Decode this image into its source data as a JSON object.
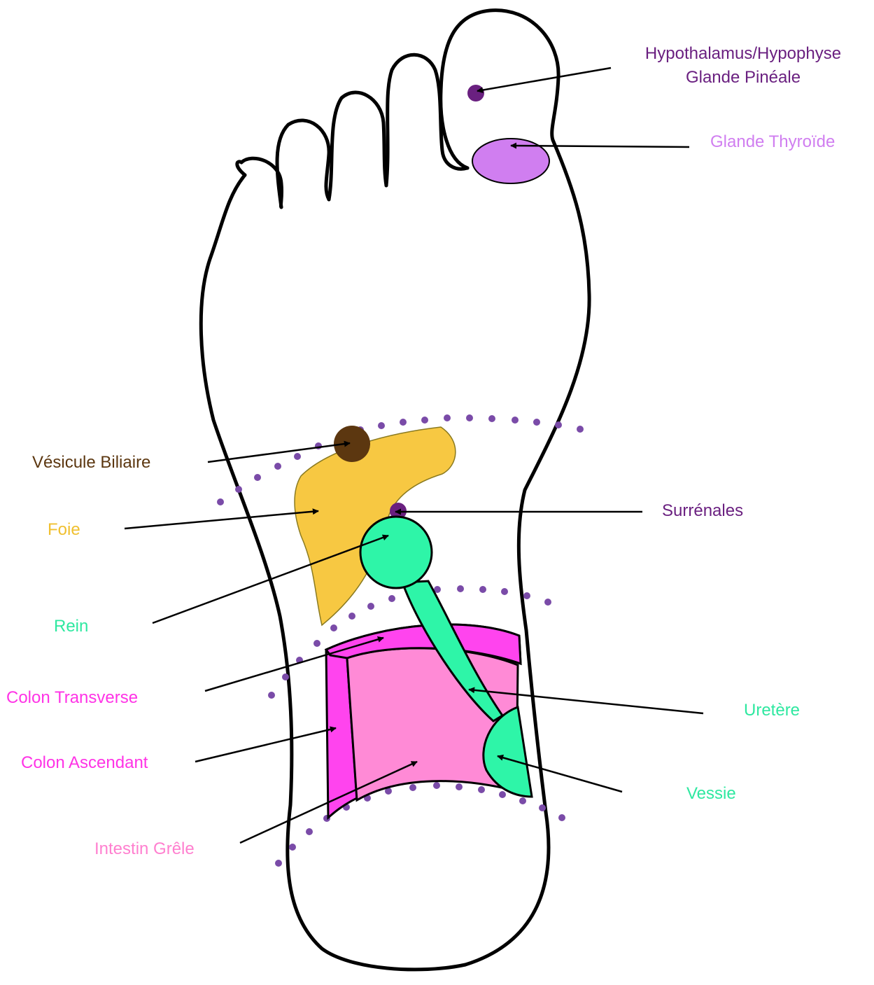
{
  "colors": {
    "outline": "#000000",
    "dots": "#7a4ba8",
    "hypothalamus": "#6a2080",
    "thyroid": "#d07ef0",
    "gallbladder": "#5c3710",
    "liver": "#f7c842",
    "adrenal": "#6a2080",
    "kidney": "#2ef5a8",
    "colon": "#ff44ee",
    "intestine": "#ff8ad6"
  },
  "labels": {
    "hypothalamus_line1": "Hypothalamus/Hypophyse",
    "hypothalamus_line2": "Glande Pinéale",
    "thyroid": "Glande Thyroïde",
    "gallbladder": "Vésicule Biliaire",
    "liver": "Foie",
    "adrenal": "Surrénales",
    "kidney": "Rein",
    "transverse_colon": "Colon Transverse",
    "ureter": "Uretère",
    "ascending_colon": "Colon Ascendant",
    "bladder": "Vessie",
    "small_intestine": "Intestin Grêle"
  }
}
